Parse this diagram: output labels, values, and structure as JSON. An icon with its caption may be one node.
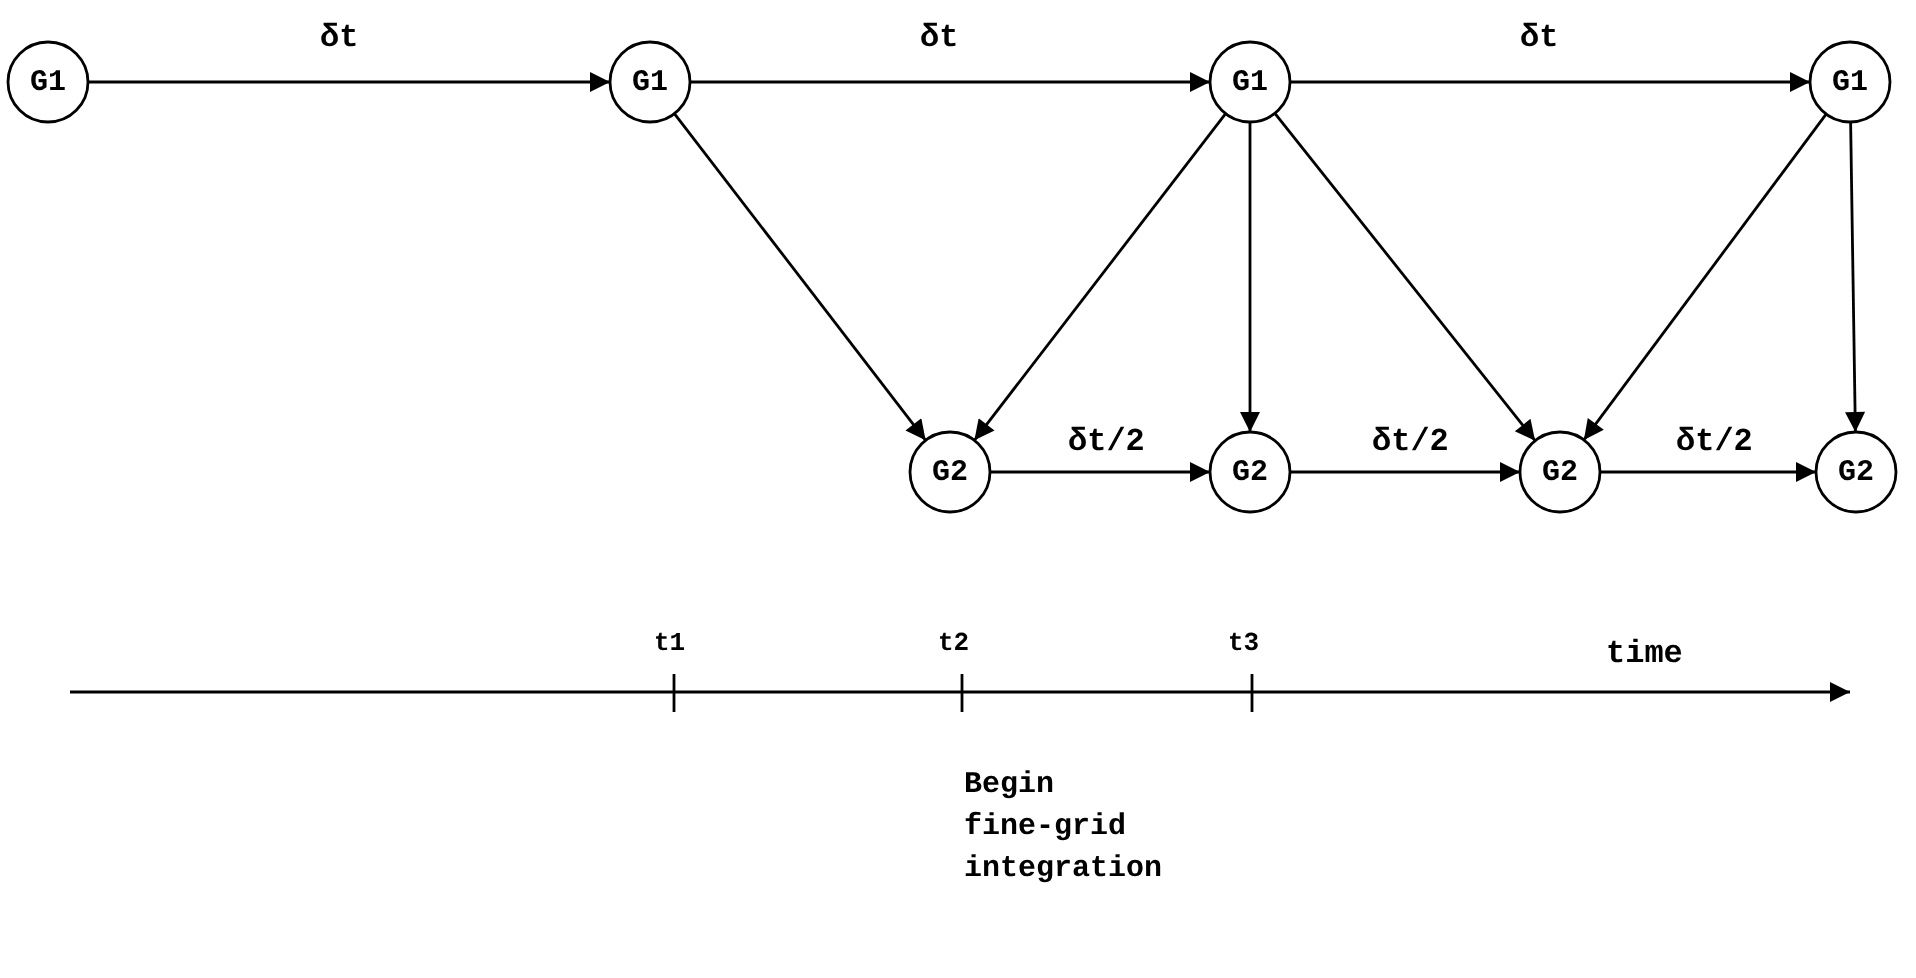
{
  "diagram": {
    "nodes": [
      {
        "text": [
          "G1"
        ]
      },
      {
        "text": [
          "G1"
        ]
      },
      {
        "text": [
          "G1"
        ]
      },
      {
        "text": [
          "G1"
        ]
      },
      {
        "text": [
          "G2"
        ]
      },
      {
        "text": [
          "G2"
        ]
      },
      {
        "text": [
          "G2"
        ]
      },
      {
        "text": [
          "G2"
        ]
      }
    ],
    "edges": [
      {
        "from": 0,
        "to": 1,
        "arrow": "to",
        "label": "δt"
      },
      {
        "from": 1,
        "to": 2,
        "arrow": "to",
        "label": "δt"
      },
      {
        "from": 2,
        "to": 3,
        "arrow": "to",
        "label": "δt"
      },
      {
        "from": 1,
        "to": 4,
        "arrow": "to"
      },
      {
        "from": 2,
        "to": 4,
        "arrow": "to"
      },
      {
        "from": 2,
        "to": 5,
        "arrow": "to"
      },
      {
        "from": 2,
        "to": 6,
        "arrow": "to"
      },
      {
        "from": 3,
        "to": 6,
        "arrow": "to"
      },
      {
        "from": 3,
        "to": 7,
        "arrow": "to"
      },
      {
        "from": 4,
        "to": 5,
        "arrow": "to",
        "label": "δt/2"
      },
      {
        "from": 5,
        "to": 6,
        "arrow": "to",
        "label": "δt/2"
      },
      {
        "from": 6,
        "to": 7,
        "arrow": "to",
        "label": "δt/2"
      }
    ],
    "labels": [
      "t1",
      "t2",
      "t3",
      "time",
      "Begin fine-grid integration"
    ]
  }
}
